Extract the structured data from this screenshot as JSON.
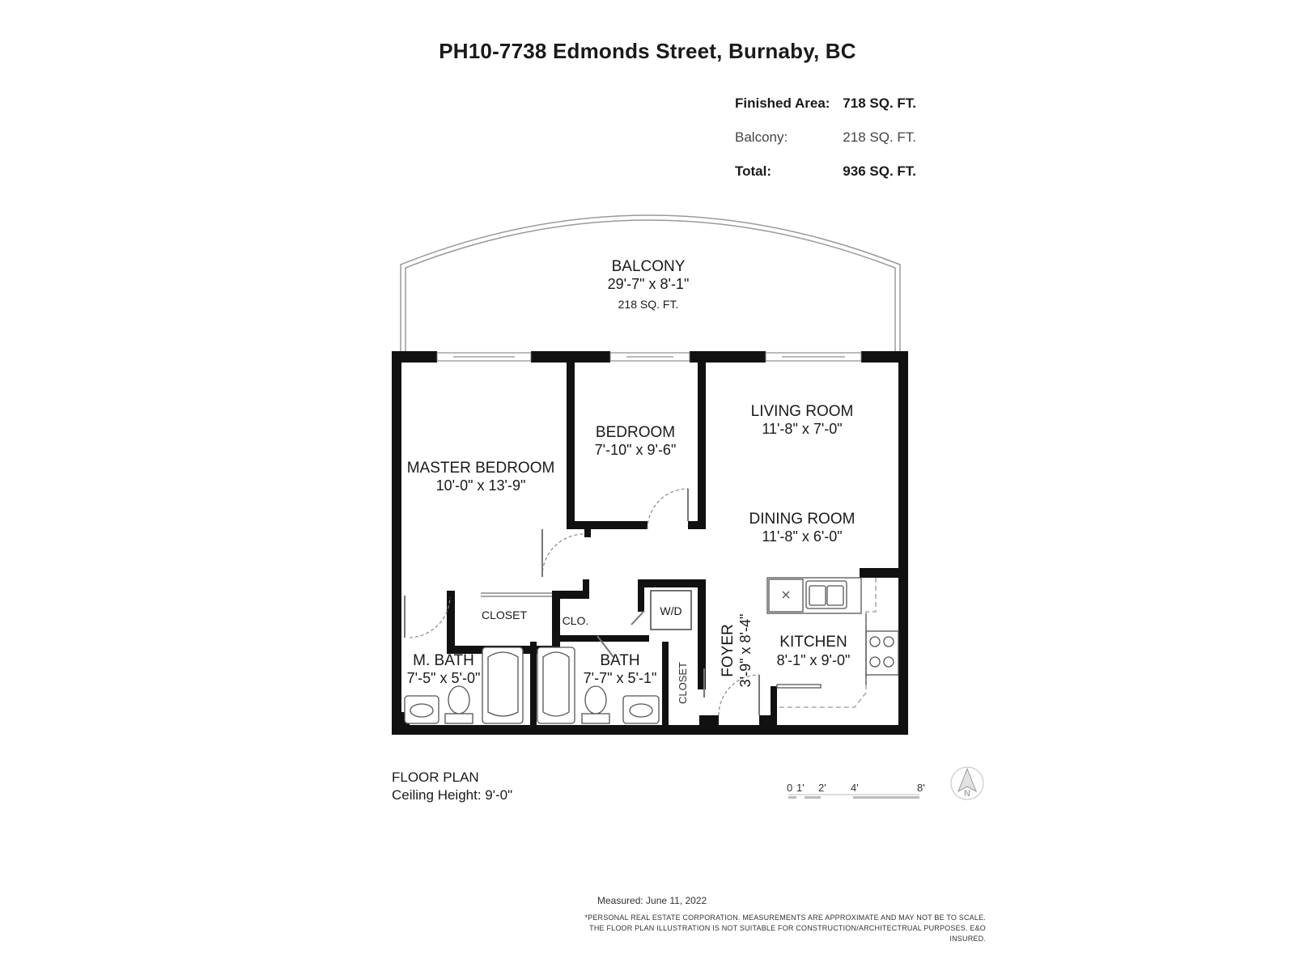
{
  "header": {
    "title": "PH10-7738 Edmonds Street, Burnaby, BC"
  },
  "area_summary": [
    {
      "label": "Finished Area:",
      "value": "718 SQ. FT."
    },
    {
      "label": "Balcony:",
      "value": "218 SQ. FT."
    },
    {
      "label": "Total:",
      "value": "936 SQ. FT."
    }
  ],
  "rooms": {
    "balcony": {
      "name": "BALCONY",
      "dims": "29'-7\" x 8'-1\"",
      "area": "218 SQ. FT."
    },
    "master_bedroom": {
      "name": "MASTER BEDROOM",
      "dims": "10'-0\" x 13'-9\""
    },
    "bedroom": {
      "name": "BEDROOM",
      "dims": "7'-10\" x 9'-6\""
    },
    "living_room": {
      "name": "LIVING ROOM",
      "dims": "11'-8\" x 7'-0\""
    },
    "dining_room": {
      "name": "DINING ROOM",
      "dims": "11'-8\" x 6'-0\""
    },
    "kitchen": {
      "name": "KITCHEN",
      "dims": "8'-1\" x 9'-0\""
    },
    "foyer": {
      "name": "FOYER",
      "dims": "3'-9\" x 8'-4\""
    },
    "master_bath": {
      "name": "M. BATH",
      "dims": "7'-5\" x 5'-0\""
    },
    "bath": {
      "name": "BATH",
      "dims": "7'-7\" x 5'-1\""
    },
    "closet_master": {
      "name": "CLOSET"
    },
    "closet_small": {
      "name": "CLO."
    },
    "washer_dryer": {
      "name": "W/D"
    },
    "closet_foyer": {
      "name": "CLOSET"
    }
  },
  "plan_caption": {
    "line1": "FLOOR PLAN",
    "line2": "Ceiling Height: 9'-0\""
  },
  "scale_bar": {
    "ticks": [
      "0",
      "1'",
      "2'",
      "4'",
      "8'"
    ]
  },
  "north_arrow": {
    "label": "N"
  },
  "footer": {
    "measured": "Measured: June 11, 2022",
    "disclaimer_1": "*PERSONAL REAL ESTATE CORPORATION. MEASUREMENTS ARE APPROXIMATE AND MAY NOT BE TO SCALE.",
    "disclaimer_2": "THE FLOOR PLAN ILLUSTRATION IS NOT SUITABLE FOR CONSTRUCTION/ARCHITECTRUAL PURPOSES. E&O INSURED."
  }
}
